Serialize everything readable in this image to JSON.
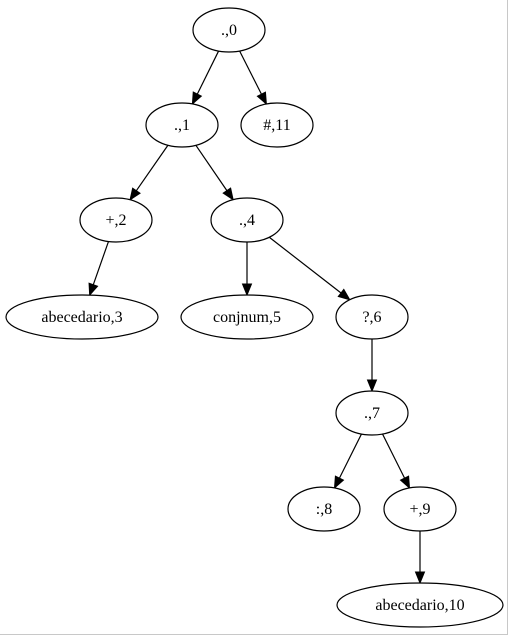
{
  "diagram": {
    "nodes": [
      {
        "id": "n0",
        "label": ".,0"
      },
      {
        "id": "n1",
        "label": ".,1"
      },
      {
        "id": "n11",
        "label": "#,11"
      },
      {
        "id": "n2",
        "label": "+,2"
      },
      {
        "id": "n4",
        "label": ".,4"
      },
      {
        "id": "n3",
        "label": "abecedario,3"
      },
      {
        "id": "n5",
        "label": "conjnum,5"
      },
      {
        "id": "n6",
        "label": "?,6"
      },
      {
        "id": "n7",
        "label": ".,7"
      },
      {
        "id": "n8",
        "label": ":,8"
      },
      {
        "id": "n9",
        "label": "+,9"
      },
      {
        "id": "n10",
        "label": "abecedario,10"
      }
    ],
    "edges": [
      {
        "from": "n0",
        "to": "n1"
      },
      {
        "from": "n0",
        "to": "n11"
      },
      {
        "from": "n1",
        "to": "n2"
      },
      {
        "from": "n1",
        "to": "n4"
      },
      {
        "from": "n2",
        "to": "n3"
      },
      {
        "from": "n4",
        "to": "n5"
      },
      {
        "from": "n4",
        "to": "n6"
      },
      {
        "from": "n6",
        "to": "n7"
      },
      {
        "from": "n7",
        "to": "n8"
      },
      {
        "from": "n7",
        "to": "n9"
      },
      {
        "from": "n9",
        "to": "n10"
      }
    ]
  }
}
